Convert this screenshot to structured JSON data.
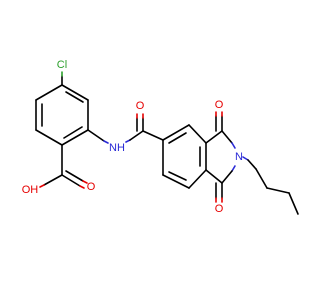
{
  "molecule": {
    "atoms": {
      "cl": "Cl",
      "nh": "NH",
      "oh": "OH",
      "o_acid": "O",
      "o_amide": "O",
      "o_imide_top": "O",
      "o_imide_bottom": "O",
      "n_imide": "N"
    },
    "colors": {
      "carbon": "#000000",
      "oxygen": "#e60000",
      "nitrogen": "#2a2ad6",
      "chlorine": "#2ca02c",
      "background": "#ffffff"
    }
  }
}
